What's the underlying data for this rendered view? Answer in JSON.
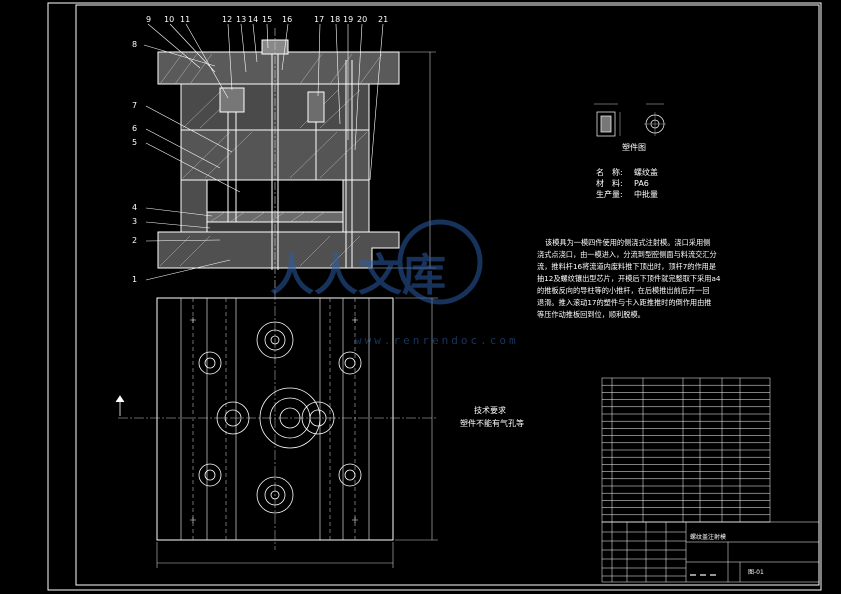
{
  "drawing": {
    "callouts_top": [
      "9",
      "10",
      "11",
      "12",
      "13",
      "14",
      "15",
      "16",
      "17",
      "18",
      "19",
      "20",
      "21"
    ],
    "callouts_left": [
      "8",
      "7",
      "6",
      "5",
      "4",
      "3",
      "2",
      "1"
    ],
    "part_sketch_title": "塑件图",
    "part_info": {
      "name_label": "名　称:",
      "name_value": "螺纹盖",
      "material_label": "材　料:",
      "material_value": "PA6",
      "batch_label": "生产量:",
      "batch_value": "中批量"
    },
    "description_lines": [
      "该模具为一模四件使用的侧浇式注射模。浇口采用侧",
      "浇式点浇口，由一模进入，分流到型腔侧面与料流交汇分",
      "流，推料杆16将流道内废料推下顶出时，顶杆7的作用是",
      "抽12及螺纹镶出型芯片，开模后下顶件就完整取下采用a4",
      "的推板反向的导柱等的小推杆，在后模推出前后开一回",
      "退滑。推入滚动17的塑件与卡入距推推时的倒作用由推",
      "等压作动推板回到位，顺利脱模。"
    ],
    "tech_requirements": {
      "title": "技术要求",
      "line1": "塑件不能有气孔等"
    },
    "watermark": {
      "brand": "人人文库",
      "url": "www.renrendoc.com"
    },
    "bom_rows": [
      "",
      "",
      "",
      "",
      "",
      "",
      "",
      "",
      "",
      "",
      "",
      "",
      "",
      "",
      "",
      "",
      "",
      "",
      "",
      ""
    ],
    "title_block": {
      "drawing_name": "螺纹盖注射模",
      "drawing_no": "图-01"
    },
    "colors": {
      "background": "#000000",
      "lines": "#ffffff",
      "dims": "#c8c8c8",
      "watermark": "#2a5ea8"
    }
  }
}
